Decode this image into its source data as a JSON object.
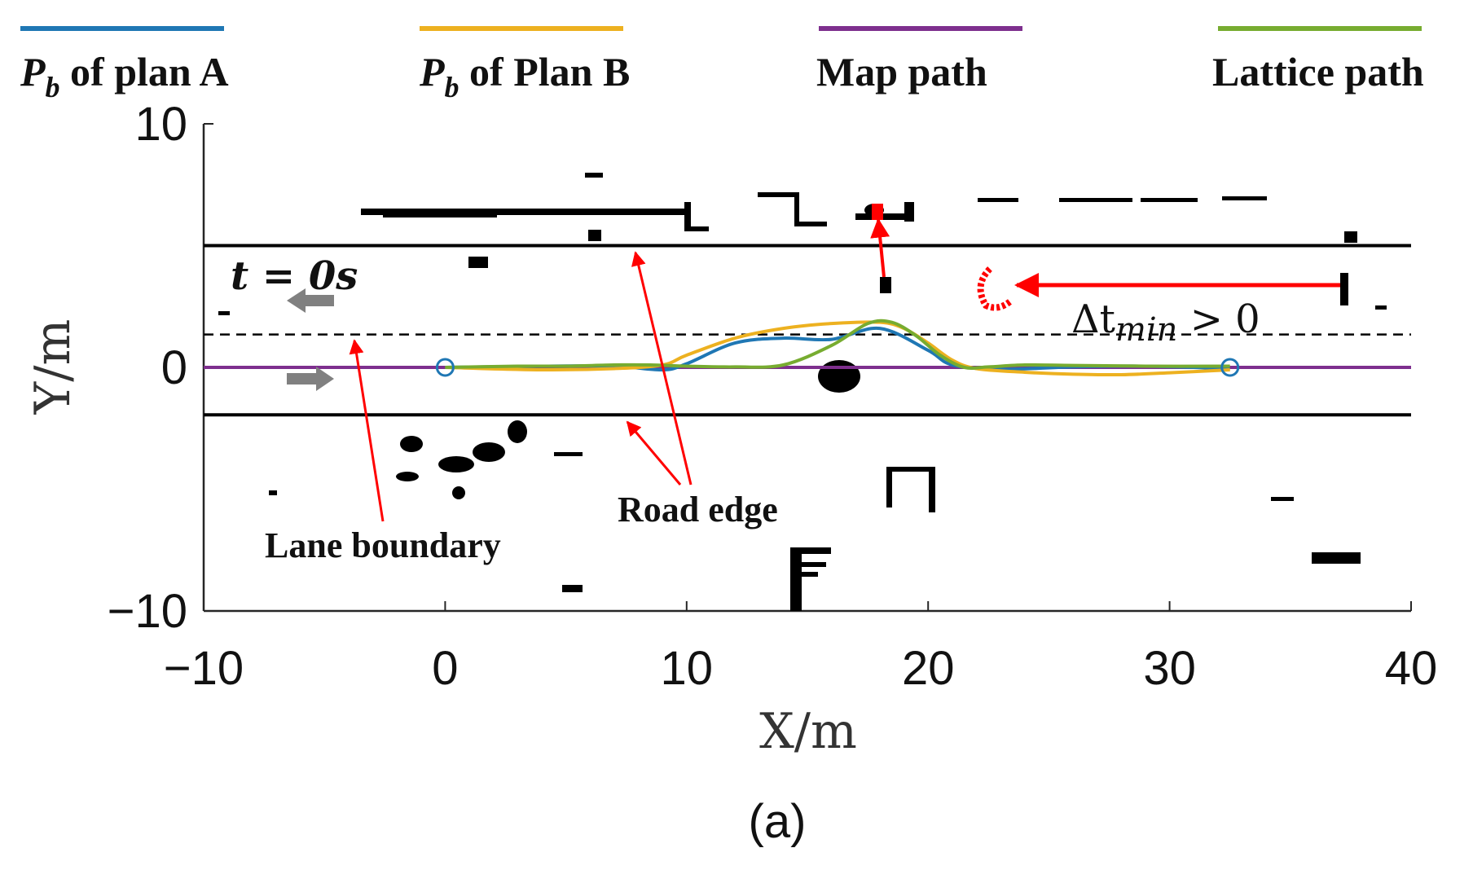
{
  "legend": [
    {
      "id": "planA",
      "label": "P_b of plan A",
      "main": "P",
      "sub": "b",
      "rest": " of plan A",
      "color": "#1f77b4"
    },
    {
      "id": "planB",
      "label": "P_b of Plan B",
      "main": "P",
      "sub": "b",
      "rest": " of Plan B",
      "color": "#edb120"
    },
    {
      "id": "map",
      "label": "Map path",
      "color": "#7e2f8e"
    },
    {
      "id": "lattice",
      "label": "Lattice path",
      "color": "#77ac30"
    }
  ],
  "annotations": {
    "time_label_main": "t = 0s",
    "dt_main": "Δt",
    "dt_sub": "min",
    "dt_rest": " > 0",
    "road_edge": "Road edge",
    "lane_boundary": "Lane boundary"
  },
  "caption": "(a)",
  "chart_data": {
    "type": "line",
    "xlabel": "X/m",
    "ylabel": "Y/m",
    "xlim": [
      -10,
      40
    ],
    "ylim": [
      -10,
      10
    ],
    "xticks": [
      -10,
      0,
      10,
      20,
      30,
      40
    ],
    "yticks": [
      -10,
      0,
      10
    ],
    "xtick_labels": [
      "−10",
      "0",
      "10",
      "20",
      "30",
      "40"
    ],
    "ytick_labels": [
      "−10",
      "0",
      "10"
    ],
    "grid": false,
    "legend_position": "top",
    "reference_lines": [
      {
        "name": "road-edge-top",
        "y": 5.0,
        "style": "solid",
        "color": "#000000"
      },
      {
        "name": "road-edge-bottom",
        "y": -1.95,
        "style": "solid",
        "color": "#000000"
      },
      {
        "name": "lane-boundary",
        "y": 1.35,
        "style": "dashed",
        "color": "#000000"
      }
    ],
    "series": [
      {
        "name": "Map path",
        "color": "#7e2f8e",
        "x": [
          -10,
          40
        ],
        "y": [
          0,
          0
        ]
      },
      {
        "name": "P_b of plan A",
        "color": "#1f77b4",
        "x": [
          0,
          4,
          7,
          9,
          10,
          12,
          14,
          16,
          18,
          20,
          21,
          23,
          26,
          29,
          32.5
        ],
        "y": [
          0,
          0.05,
          0.05,
          -0.1,
          0.15,
          1.0,
          1.2,
          1.15,
          1.6,
          0.7,
          0.1,
          -0.08,
          0.02,
          0.05,
          -0.05
        ]
      },
      {
        "name": "P_b of Plan B",
        "color": "#edb120",
        "x": [
          0,
          4,
          7,
          9,
          10,
          12,
          14,
          16,
          18,
          19,
          20,
          21,
          22,
          24,
          26,
          28,
          30,
          32.5
        ],
        "y": [
          0,
          -0.1,
          -0.05,
          0.1,
          0.5,
          1.2,
          1.6,
          1.8,
          1.85,
          1.6,
          1.0,
          0.3,
          -0.05,
          -0.2,
          -0.28,
          -0.3,
          -0.22,
          -0.1
        ]
      },
      {
        "name": "Lattice path",
        "color": "#77ac30",
        "x": [
          0,
          3,
          5,
          7,
          8.5,
          10,
          12,
          14,
          16,
          17.5,
          18.5,
          19.5,
          20.5,
          21.5,
          22.5,
          24,
          26,
          29,
          32.5
        ],
        "y": [
          0,
          0.05,
          0.05,
          0.1,
          0.1,
          0.05,
          0.02,
          0.1,
          0.9,
          1.8,
          1.85,
          1.3,
          0.5,
          0.0,
          0.02,
          0.1,
          0.08,
          0.05,
          0.05
        ]
      }
    ],
    "endpoints": {
      "x": [
        0,
        32.5
      ],
      "y": [
        0,
        0
      ],
      "color": "#1f77b4"
    },
    "obstacles": [
      {
        "x": [
          -3.8,
          7.2
        ],
        "y": [
          6.5,
          6.6
        ],
        "kind": "segment"
      },
      {
        "x": [
          13,
          17
        ],
        "y": [
          7.2,
          6.1
        ],
        "kind": "segment"
      },
      {
        "x": [
          21,
          34
        ],
        "y": [
          7.0,
          7.1
        ],
        "kind": "segment"
      },
      {
        "x": [
          16.8,
          18.8
        ],
        "y": [
          -0.3,
          -0.6
        ],
        "kind": "blob"
      },
      {
        "x": [
          -1,
          3
        ],
        "y": [
          -3.5,
          -4.3
        ],
        "kind": "blob"
      },
      {
        "x": [
          18.8,
          20.8
        ],
        "y": [
          -4.3,
          -5.8
        ],
        "kind": "blob"
      },
      {
        "x": [
          14.5,
          16
        ],
        "y": [
          -7.8,
          -9.8
        ],
        "kind": "blob"
      }
    ]
  }
}
